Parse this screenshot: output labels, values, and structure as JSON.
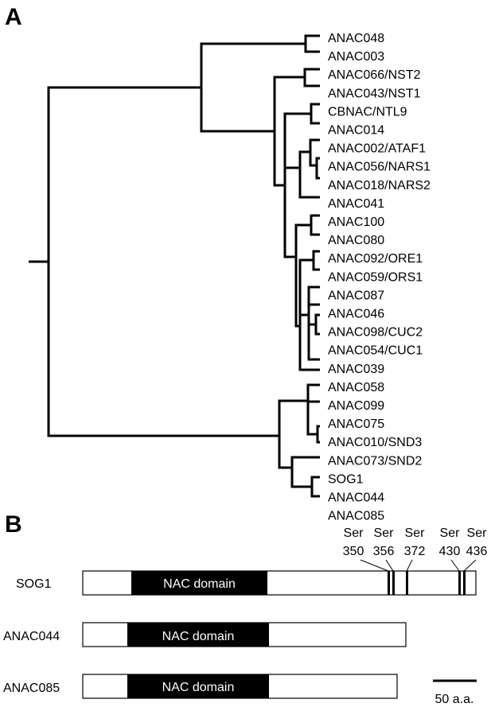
{
  "panel_a": {
    "letter": "A",
    "leaves": [
      {
        "label": "ANAC048",
        "color": "#000000"
      },
      {
        "label": "ANAC003",
        "color": "#000000"
      },
      {
        "label": "ANAC066/NST2",
        "color": "#000000"
      },
      {
        "label": "ANAC043/NST1",
        "color": "#000000"
      },
      {
        "label": "CBNAC/NTL9",
        "color": "#000000"
      },
      {
        "label": "ANAC014",
        "color": "#000000"
      },
      {
        "label": "ANAC002/ATAF1",
        "color": "#000000"
      },
      {
        "label": "ANAC056/NARS1",
        "color": "#000000"
      },
      {
        "label": "ANAC018/NARS2",
        "color": "#000000"
      },
      {
        "label": "ANAC041",
        "color": "#000000"
      },
      {
        "label": "ANAC100",
        "color": "#000000"
      },
      {
        "label": "ANAC080",
        "color": "#000000"
      },
      {
        "label": "ANAC092/ORE1",
        "color": "#000000"
      },
      {
        "label": "ANAC059/ORS1",
        "color": "#000000"
      },
      {
        "label": "ANAC087",
        "color": "#000000"
      },
      {
        "label": "ANAC046",
        "color": "#000000"
      },
      {
        "label": "ANAC098/CUC2",
        "color": "#000000"
      },
      {
        "label": "ANAC054/CUC1",
        "color": "#000000"
      },
      {
        "label": "ANAC039",
        "color": "#000000"
      },
      {
        "label": "ANAC058",
        "color": "#000000"
      },
      {
        "label": "ANAC099",
        "color": "#000000"
      },
      {
        "label": "ANAC075",
        "color": "#000000"
      },
      {
        "label": "ANAC010/SND3",
        "color": "#000000"
      },
      {
        "label": "ANAC073/SND2",
        "color": "#000000"
      },
      {
        "label": "SOG1",
        "color": "#1f3fbf"
      },
      {
        "label": "ANAC044",
        "color": "#e01b1b"
      },
      {
        "label": "ANAC085",
        "color": "#e01b1b"
      }
    ]
  },
  "panel_b": {
    "letter": "B",
    "domain_label": "NAC domain",
    "proteins": [
      {
        "name": "SOG1"
      },
      {
        "name": "ANAC044"
      },
      {
        "name": "ANAC085"
      }
    ],
    "phospho_sites": [
      {
        "residue": "Ser",
        "position": "350"
      },
      {
        "residue": "Ser",
        "position": "356"
      },
      {
        "residue": "Ser",
        "position": "372"
      },
      {
        "residue": "Ser",
        "position": "430"
      },
      {
        "residue": "Ser",
        "position": "436"
      }
    ],
    "scale_label": "50 a.a."
  }
}
